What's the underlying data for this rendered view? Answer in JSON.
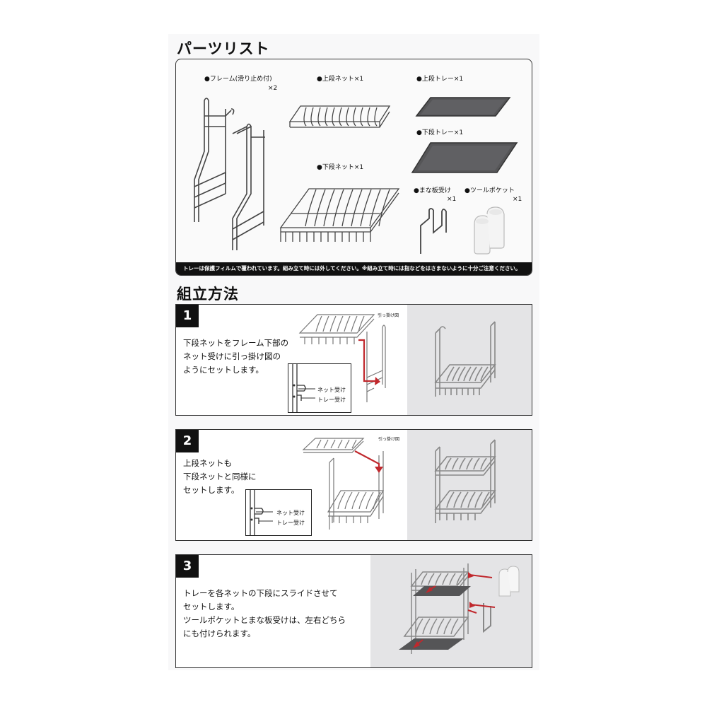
{
  "parts_list": {
    "title": "パーツリスト",
    "items": [
      {
        "label": "●フレーム(滑り止め付)",
        "qty": "×2"
      },
      {
        "label": "●上段ネット×1"
      },
      {
        "label": "●上段トレー×1"
      },
      {
        "label": "●下段トレー×1"
      },
      {
        "label": "●下段ネット×1"
      },
      {
        "label": "●まな板受け",
        "qty": "×1"
      },
      {
        "label": "●ツールポケット",
        "qty": "×1"
      }
    ],
    "note": "トレーは保護フィルムで覆われています。組み立て時には外してください。※組み立て時には指などをはさまないように十分ご注意ください。"
  },
  "assembly": {
    "title": "組立方法",
    "steps": [
      {
        "number": "1",
        "text": "下段ネットをフレーム下部の\nネット受けに引っ掛け図の\nようにセットします。",
        "hook_label": "引っ掛け図",
        "callouts": [
          "ネット受け",
          "トレー受け"
        ]
      },
      {
        "number": "2",
        "text": "上段ネットも\n下段ネットと同様に\nセットします。",
        "hook_label": "引っ掛け図",
        "callouts": [
          "ネット受け",
          "トレー受け"
        ]
      },
      {
        "number": "3",
        "text": "トレーを各ネットの下段にスライドさせて\nセットします。\nツールポケットとまな板受けは、左右どちら\nにも付けられます。"
      }
    ]
  },
  "colors": {
    "arrow": "#c0282d",
    "tray": "#555557",
    "photo_bg": "#e4e4e6"
  }
}
